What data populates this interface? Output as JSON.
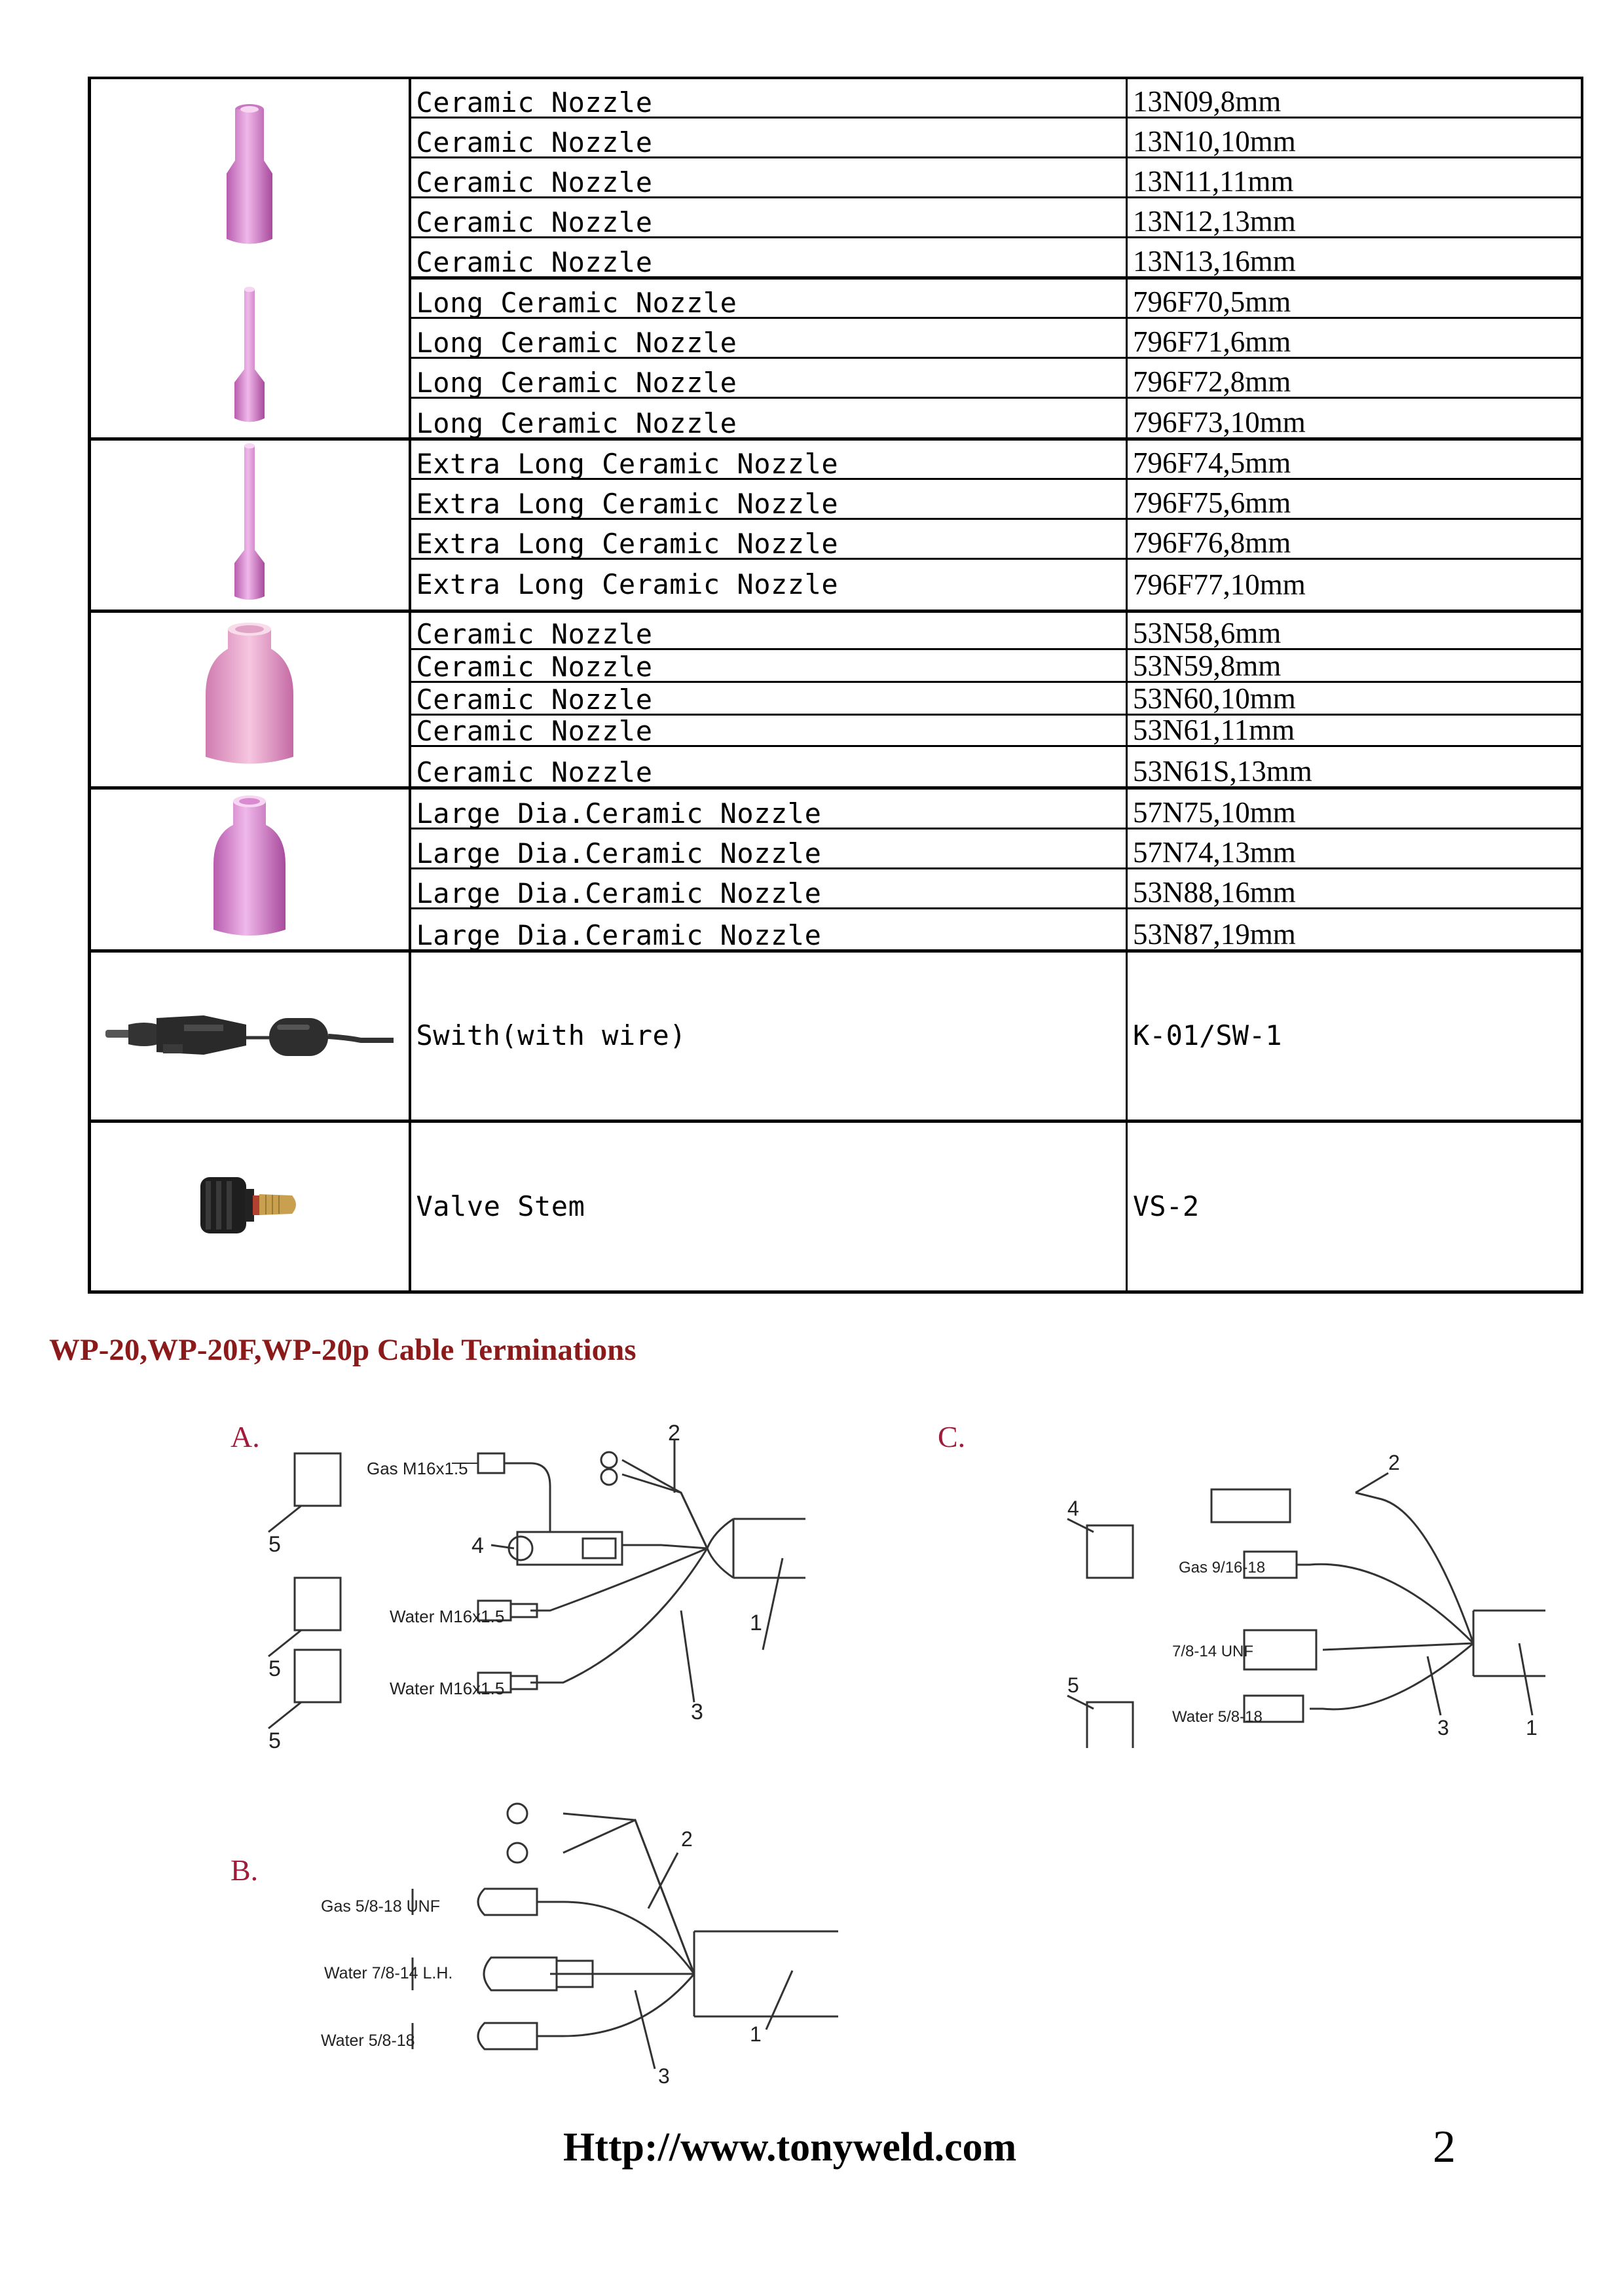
{
  "parts": {
    "groups": [
      {
        "icon": "ceramic-nozzle-icon",
        "rows": [
          {
            "name": "Ceramic Nozzle",
            "code": "13N09,8mm"
          },
          {
            "name": "Ceramic Nozzle",
            "code": "13N10,10mm"
          },
          {
            "name": "Ceramic Nozzle",
            "code": "13N11,11mm"
          },
          {
            "name": "Ceramic Nozzle",
            "code": "13N12,13mm"
          },
          {
            "name": "Ceramic Nozzle",
            "code": "13N13,16mm"
          }
        ]
      },
      {
        "icon": "long-ceramic-nozzle-icon",
        "rows": [
          {
            "name": "Long Ceramic Nozzle",
            "code": "796F70,5mm"
          },
          {
            "name": "Long Ceramic Nozzle",
            "code": "796F71,6mm"
          },
          {
            "name": "Long Ceramic Nozzle",
            "code": "796F72,8mm"
          },
          {
            "name": "Long Ceramic Nozzle",
            "code": "796F73,10mm"
          }
        ]
      },
      {
        "icon": "extra-long-ceramic-nozzle-icon",
        "rows": [
          {
            "name": "Extra Long Ceramic Nozzle",
            "code": "796F74,5mm"
          },
          {
            "name": "Extra Long Ceramic Nozzle",
            "code": "796F75,6mm"
          },
          {
            "name": "Extra Long Ceramic Nozzle",
            "code": "796F76,8mm"
          },
          {
            "name": "Extra Long Ceramic Nozzle",
            "code": "796F77,10mm"
          }
        ]
      },
      {
        "icon": "gas-lens-ceramic-nozzle-icon",
        "rows": [
          {
            "name": "Ceramic Nozzle",
            "code": "53N58,6mm"
          },
          {
            "name": "Ceramic Nozzle",
            "code": "53N59,8mm"
          },
          {
            "name": "Ceramic Nozzle",
            "code": "53N60,10mm"
          },
          {
            "name": "Ceramic Nozzle",
            "code": "53N61,11mm"
          },
          {
            "name": "Ceramic Nozzle",
            "code": "53N61S,13mm"
          }
        ]
      },
      {
        "icon": "large-dia-ceramic-nozzle-icon",
        "rows": [
          {
            "name": "Large Dia.Ceramic Nozzle",
            "code": "57N75,10mm"
          },
          {
            "name": "Large Dia.Ceramic Nozzle",
            "code": "57N74,13mm"
          },
          {
            "name": "Large Dia.Ceramic Nozzle",
            "code": "53N88,16mm"
          },
          {
            "name": "Large Dia.Ceramic Nozzle",
            "code": "53N87,19mm"
          }
        ]
      },
      {
        "icon": "switch-with-wire-icon",
        "rows": [
          {
            "name": "Swith(with wire)",
            "code": "K-01/SW-1"
          }
        ]
      },
      {
        "icon": "valve-stem-icon",
        "rows": [
          {
            "name": "Valve Stem",
            "code": "VS-2"
          }
        ]
      }
    ]
  },
  "section_title": "WP-20,WP-20F,WP-20p Cable Terminations",
  "diagrams": {
    "a": {
      "label": "A.",
      "gas": "Gas M16x1.5",
      "water1": "Water M16x1.5",
      "water2": "Water M16x1.5",
      "num1": "1",
      "num2": "2",
      "num3": "3",
      "num4": "4",
      "num5a": "5",
      "num5b": "5",
      "num5c": "5"
    },
    "b": {
      "label": "B.",
      "gas": "Gas 5/8-18 UNF",
      "water1": "Water 7/8-14 L.H.",
      "water2": "Water 5/8-18",
      "num1": "1",
      "num2": "2",
      "num3": "3"
    },
    "c": {
      "label": "C.",
      "gas": "Gas 9/16-18",
      "unf": "7/8-14 UNF",
      "water": "Water 5/8-18",
      "num1": "1",
      "num2": "2",
      "num3": "3",
      "num4": "4",
      "num5": "5"
    }
  },
  "footer": {
    "url": "Http://www.tonyweld.com",
    "page_number": "2"
  },
  "colors": {
    "nozzle_pink": "#d88ad0",
    "nozzle_dark": "#a84a9c",
    "title_red": "#8b1a1a"
  }
}
